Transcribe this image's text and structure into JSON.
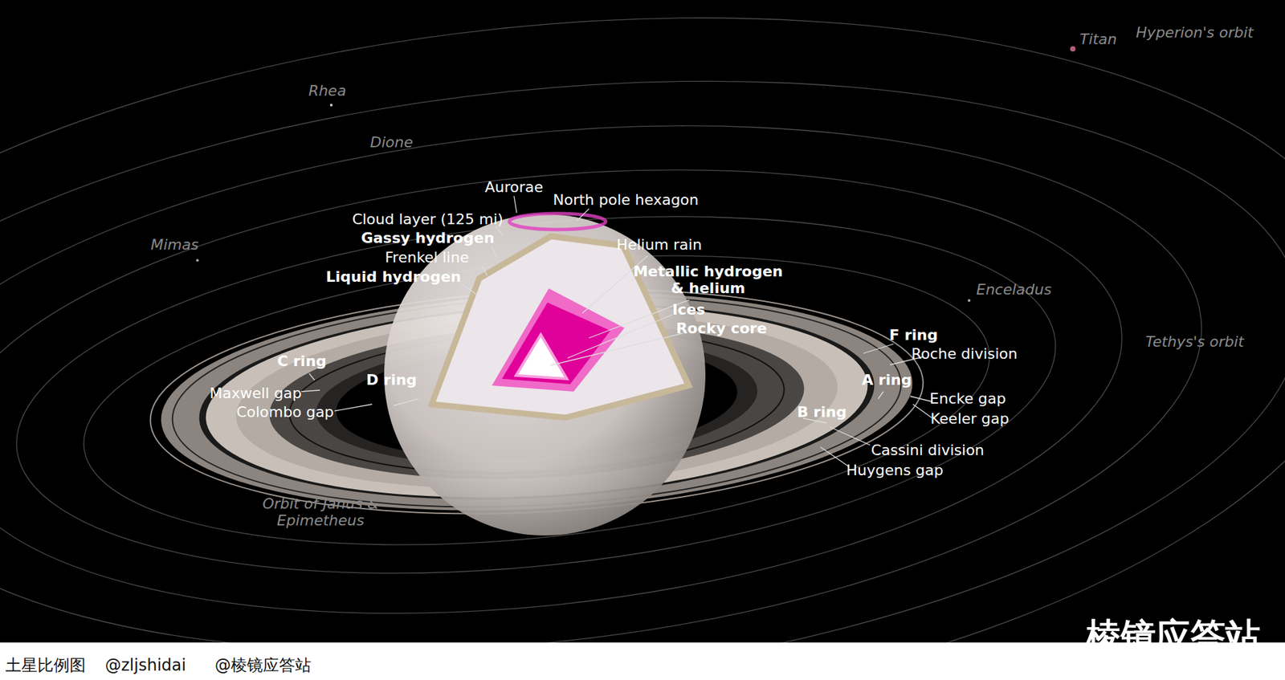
{
  "diagram": {
    "caption": "土星比例图",
    "labels": [
      "Titan",
      "Hyperion's orbit",
      "Rhea",
      "Dione",
      "Aurorae",
      "North pole hexagon",
      "Cloud layer (125 mi)",
      "Gassy hydrogen",
      "Frenkel line",
      "Helium rain",
      "Mimas",
      "Metallic hydrogen & helium",
      "Liquid hydrogen",
      "Enceladus",
      "Ices",
      "Rocky core",
      "F ring",
      "Tethys's orbit",
      "Roche division",
      "C ring",
      "D ring",
      "A ring",
      "Maxwell gap",
      "Encke gap",
      "Colombo gap",
      "B ring",
      "Keeler gap",
      "Cassini division",
      "Huygens gap",
      "Orbit of Janus & Epimetheus",
      "棱镜应答站",
      "@zljshidai",
      "@棱镜应答站"
    ]
  }
}
